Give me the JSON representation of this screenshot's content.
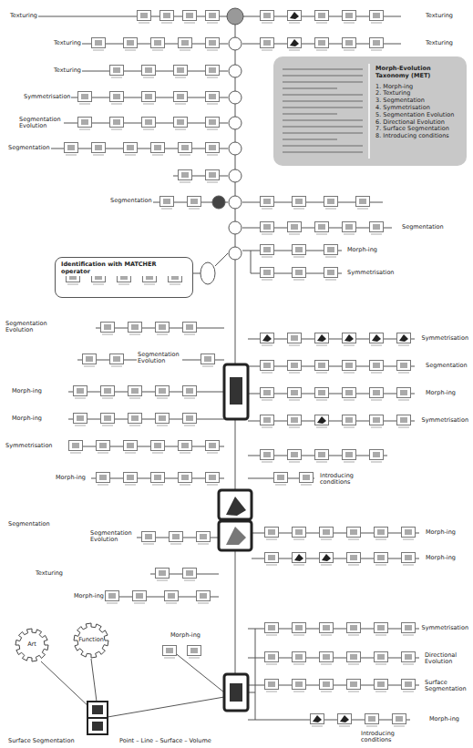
{
  "diagram": {
    "nodes": [
      {
        "text": [
          "Morph-Evolution Taxonomy (MET)",
          "1. Morph-ing",
          "2. Texturing",
          "3. Segmentation",
          "4. Symmetrisation",
          "5. Segmentation Evolution",
          "6. Directional Evolution",
          "7. Surface Segmentation",
          "8. Introducing conditions"
        ]
      },
      {
        "text": [
          "Identification with MATCHER operator"
        ]
      },
      {
        "text": [
          "Art"
        ]
      },
      {
        "text": [
          "Function"
        ]
      }
    ],
    "labels": [
      "Texturing",
      "Texturing",
      "Texturing",
      "Texturing",
      "Texturing",
      "Symmetrisation",
      "Segmentation Evolution",
      "Segmentation",
      "Segmentation",
      "Segmentation",
      "Morph-ing",
      "Symmetrisation",
      "Segmentation Evolution",
      "Segmentation Evolution",
      "Morph-ing",
      "Morph-ing",
      "Symmetrisation",
      "Morph-ing",
      "Symmetrisation",
      "Segmentation",
      "Morph-ing",
      "Symmetrisation",
      "Introducing conditions",
      "Segmentation",
      "Segmentation Evolution",
      "Texturing",
      "Morph-ing",
      "Morph-ing",
      "Morph-ing",
      "Morph-ing",
      "Symmetrisation",
      "Directional Evolution",
      "Surface Segmentation",
      "Morph-ing",
      "Introducing conditions",
      "Surface Segmentation",
      "Point – Line – Surface – Volume"
    ]
  }
}
